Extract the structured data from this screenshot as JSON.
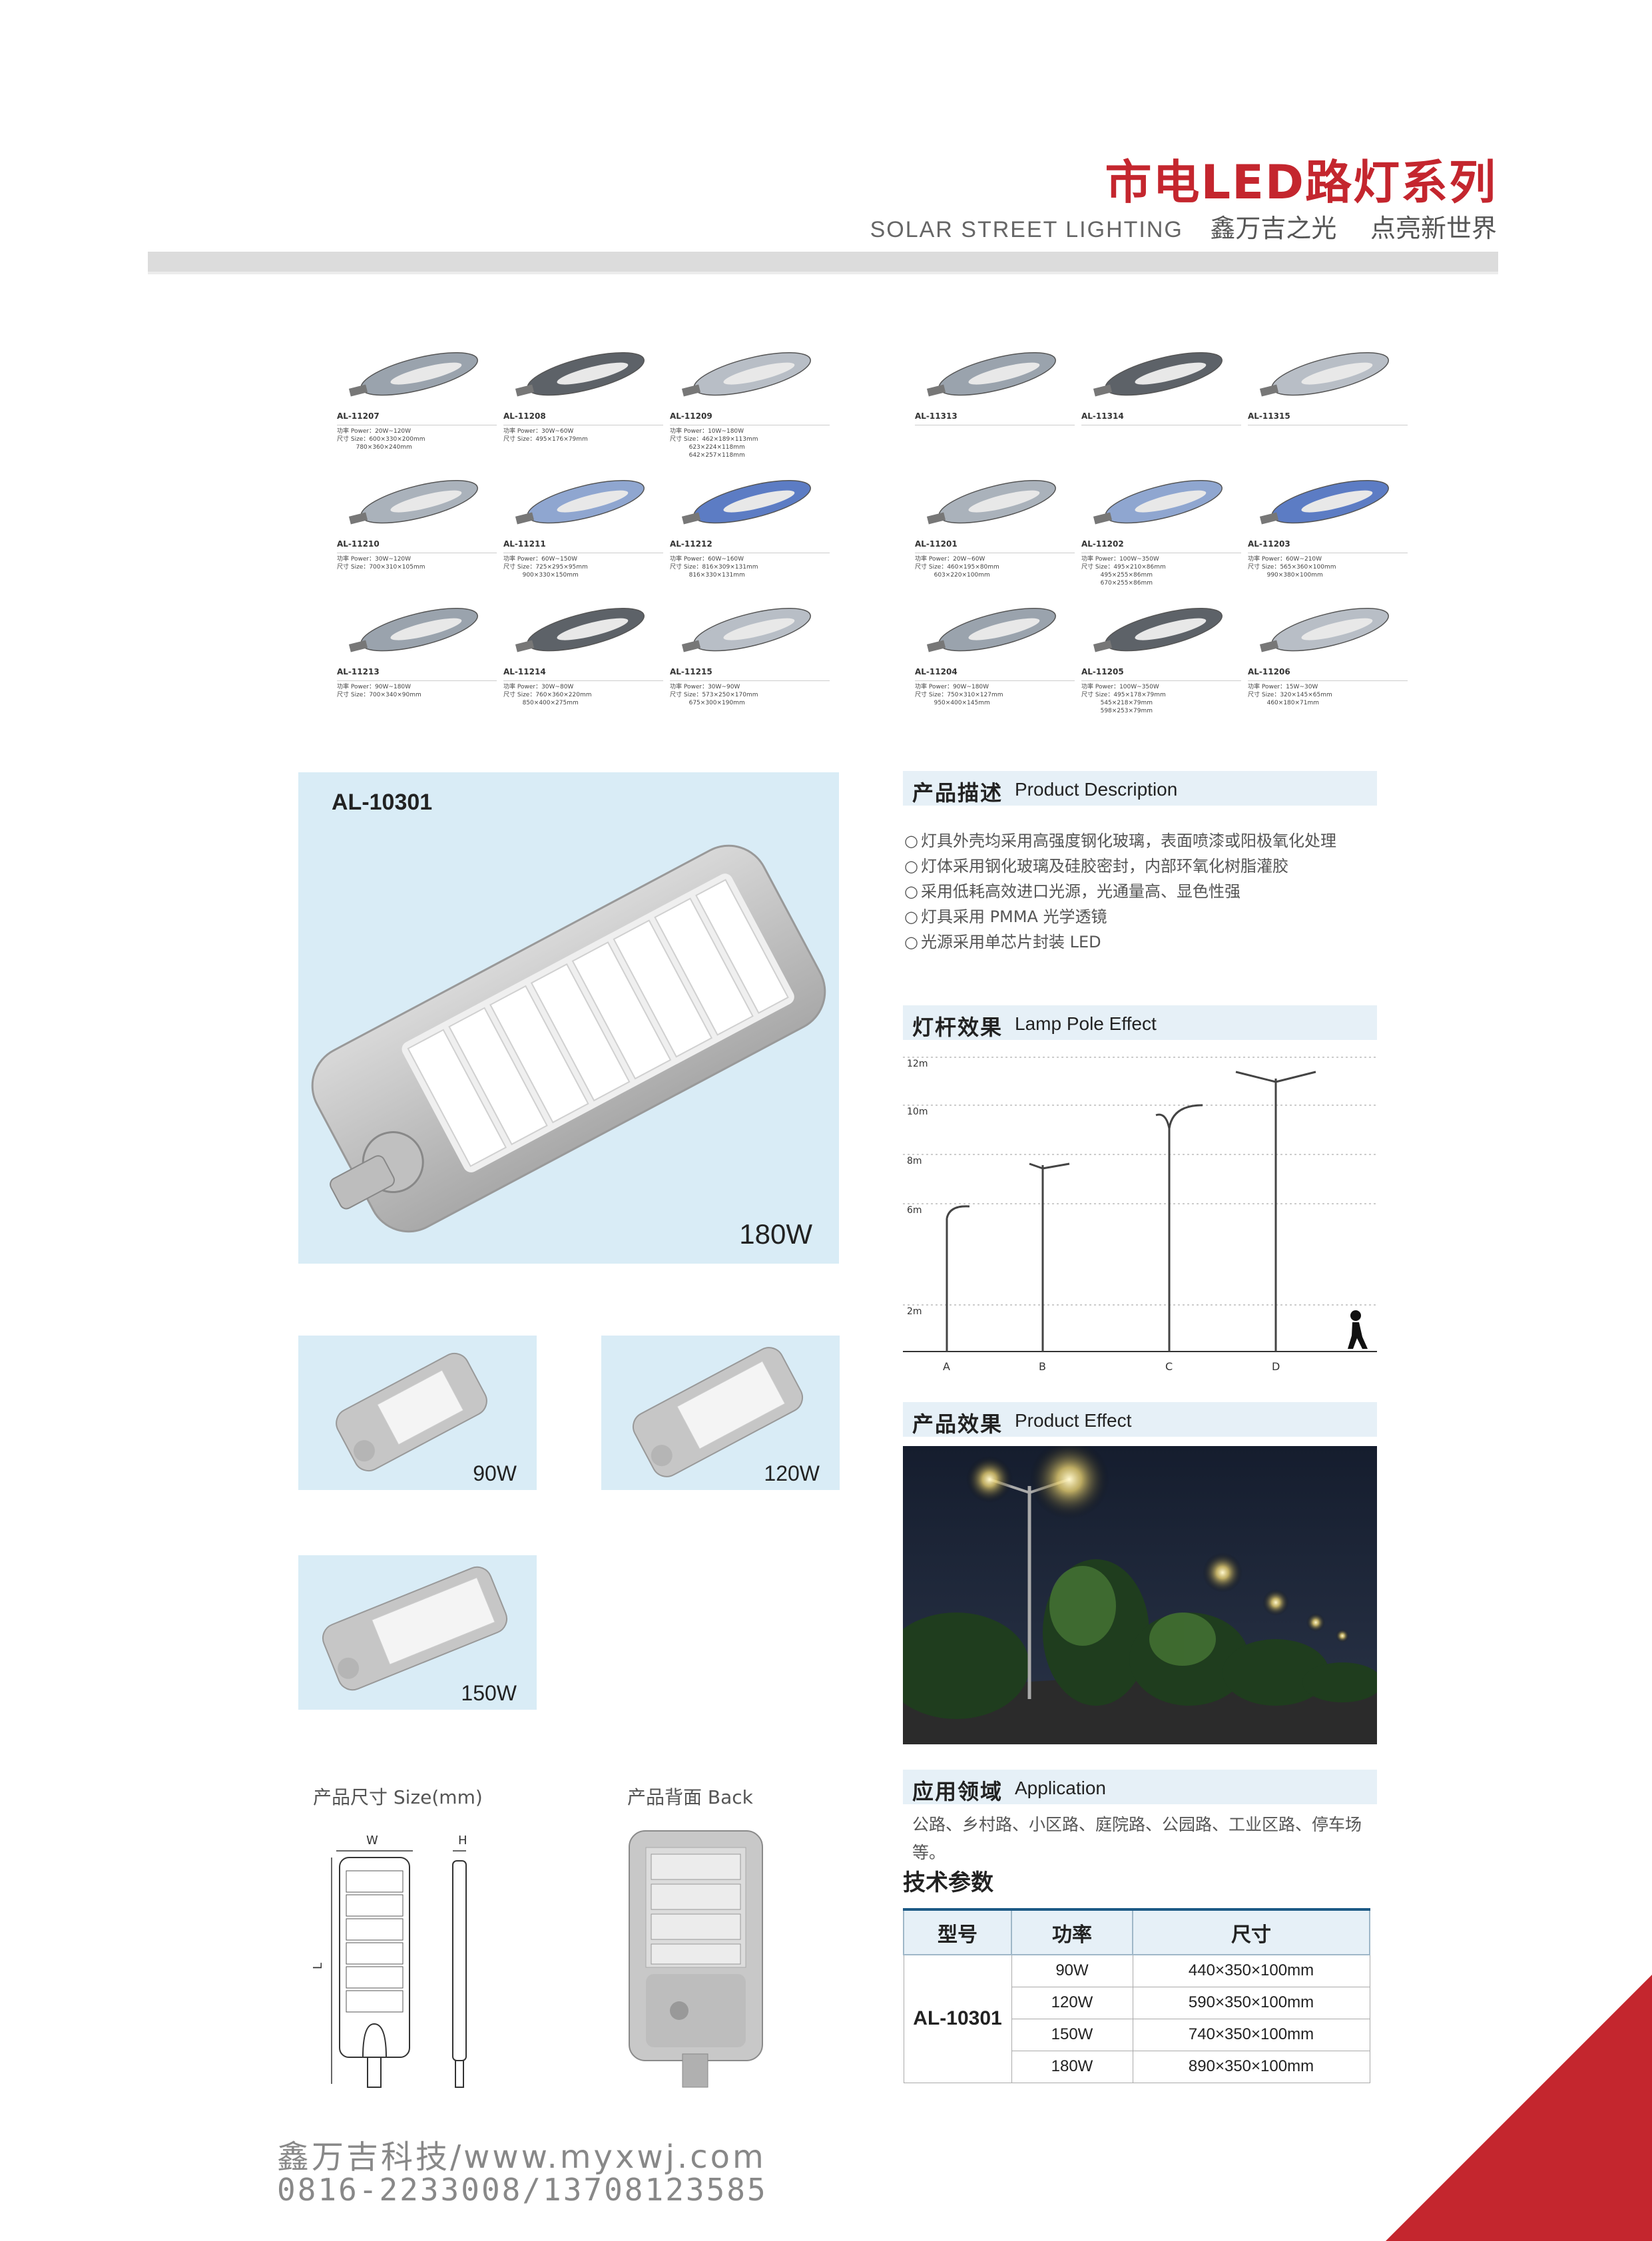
{
  "header": {
    "title": "市电LED路灯系列",
    "subtitle_en": "SOLAR STREET LIGHTING",
    "slogan1": "鑫万吉之光",
    "slogan2": "点亮新世界"
  },
  "grid_left": [
    {
      "code": "AL-11207",
      "spec": "功率 Power：20W~120W\n尺寸 Size：600×330×200mm\n          780×360×240mm"
    },
    {
      "code": "AL-11208",
      "spec": "功率 Power：30W~60W\n尺寸 Size：495×176×79mm"
    },
    {
      "code": "AL-11209",
      "spec": "功率 Power：10W~180W\n尺寸 Size：462×189×113mm\n          623×224×118mm\n          642×257×118mm"
    },
    {
      "code": "AL-11210",
      "spec": "功率 Power：30W~120W\n尺寸 Size：700×310×105mm"
    },
    {
      "code": "AL-11211",
      "spec": "功率 Power：60W~150W\n尺寸 Size：725×295×95mm\n          900×330×150mm"
    },
    {
      "code": "AL-11212",
      "spec": "功率 Power：60W~160W\n尺寸 Size：816×309×131mm\n          816×330×131mm"
    },
    {
      "code": "AL-11213",
      "spec": "功率 Power：90W~180W\n尺寸 Size：700×340×90mm"
    },
    {
      "code": "AL-11214",
      "spec": "功率 Power：30W~80W\n尺寸 Size：760×360×220mm\n          850×400×275mm"
    },
    {
      "code": "AL-11215",
      "spec": "功率 Power：30W~90W\n尺寸 Size：573×250×170mm\n          675×300×190mm"
    }
  ],
  "grid_right": [
    {
      "code": "AL-11313",
      "spec": ""
    },
    {
      "code": "AL-11314",
      "spec": ""
    },
    {
      "code": "AL-11315",
      "spec": ""
    },
    {
      "code": "AL-11201",
      "spec": "功率 Power：20W~60W\n尺寸 Size：460×195×80mm\n          603×220×100mm"
    },
    {
      "code": "AL-11202",
      "spec": "功率 Power：100W~350W\n尺寸 Size：495×210×86mm\n          495×255×86mm\n          670×255×86mm"
    },
    {
      "code": "AL-11203",
      "spec": "功率 Power：60W~210W\n尺寸 Size：565×360×100mm\n          990×380×100mm"
    },
    {
      "code": "AL-11204",
      "spec": "功率 Power：90W~180W\n尺寸 Size：750×310×127mm\n          950×400×145mm"
    },
    {
      "code": "AL-11205",
      "spec": "功率 Power：100W~350W\n尺寸 Size：495×178×79mm\n          545×218×79mm\n          598×253×79mm"
    },
    {
      "code": "AL-11206",
      "spec": "功率 Power：15W~30W\n尺寸 Size：320×145×65mm\n          460×180×71mm"
    }
  ],
  "main_product": {
    "code": "AL-10301",
    "watt_main": "180W",
    "watt_90": "90W",
    "watt_120": "120W",
    "watt_150": "150W"
  },
  "description": {
    "title_cn": "产品描述",
    "title_en": "Product Description",
    "items": [
      "灯具外壳均采用高强度钢化玻璃，表面喷漆或阳极氧化处理",
      "灯体采用钢化玻璃及硅胶密封，内部环氧化树脂灌胶",
      "采用低耗高效进口光源，光通量高、显色性强",
      "灯具采用 PMMA 光学透镜",
      "光源采用单芯片封装 LED"
    ]
  },
  "pole": {
    "title_cn": "灯杆效果",
    "title_en": "Lamp Pole Effect",
    "heights": [
      "12m",
      "10m",
      "8m",
      "6m",
      "2m"
    ],
    "labels": [
      "A",
      "B",
      "C",
      "D"
    ]
  },
  "effect": {
    "title_cn": "产品效果",
    "title_en": "Product Effect"
  },
  "application": {
    "title_cn": "应用领域",
    "title_en": "Application",
    "text": "公路、乡村路、小区路、庭院路、公园路、工业区路、停车场等。"
  },
  "tech": {
    "title": "技术参数",
    "headers": [
      "型号",
      "功率",
      "尺寸"
    ],
    "model": "AL-10301",
    "rows": [
      {
        "power": "90W",
        "size": "440×350×100mm"
      },
      {
        "power": "120W",
        "size": "590×350×100mm"
      },
      {
        "power": "150W",
        "size": "740×350×100mm"
      },
      {
        "power": "180W",
        "size": "890×350×100mm"
      }
    ]
  },
  "size_section": {
    "size_label": "产品尺寸 Size(mm)",
    "back_label": "产品背面 Back",
    "w": "W",
    "h": "H",
    "l": "L"
  },
  "footer": {
    "line1": "鑫万吉科技/www.myxwj.com",
    "line2": "0816-2233008/13708123585"
  },
  "colors": {
    "accent_red": "#c4262e",
    "panel_blue": "#d9ecf6"
  }
}
